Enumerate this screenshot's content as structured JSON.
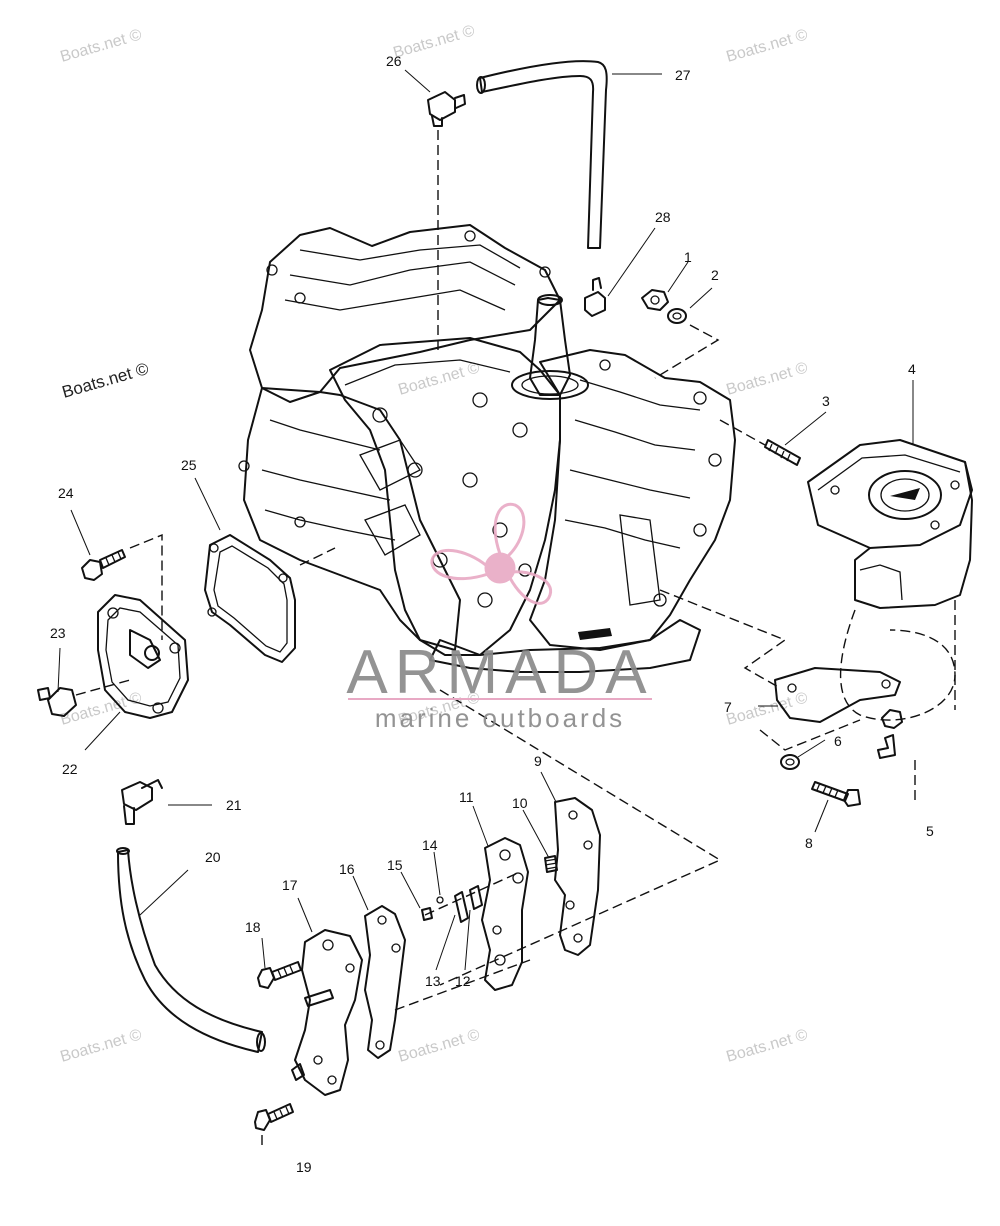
{
  "watermark": "Boats.net ©",
  "logo": {
    "name": "ARMADA",
    "tagline": "marine outboards"
  },
  "part_numbers": [
    "1",
    "2",
    "3",
    "4",
    "5",
    "6",
    "7",
    "8",
    "9",
    "10",
    "11",
    "12",
    "13",
    "14",
    "15",
    "16",
    "17",
    "18",
    "19",
    "20",
    "21",
    "22",
    "23",
    "24",
    "25",
    "26",
    "27",
    "28"
  ],
  "colors": {
    "ink": "#111111",
    "watermark": "#c9c9c9",
    "logo_pink": "#e8a9c4",
    "logo_gray": "#8a8a8a"
  }
}
